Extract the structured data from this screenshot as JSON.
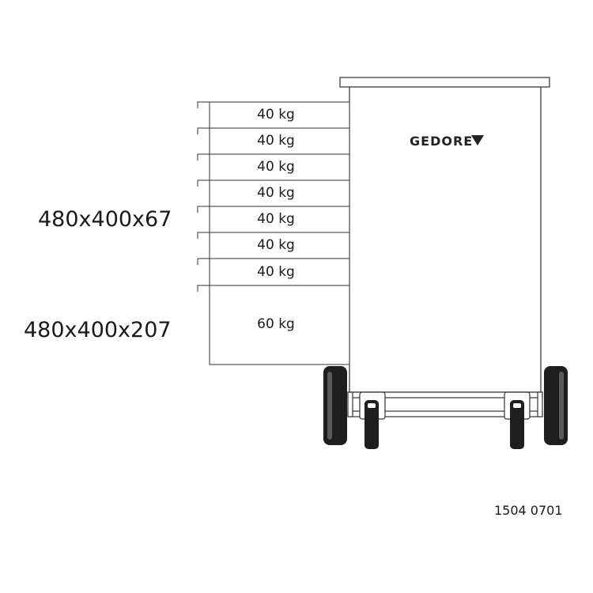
{
  "dimensions": {
    "small_drawer": "480x400x67",
    "large_drawer": "480x400x207"
  },
  "drawers": [
    {
      "load": "40 kg"
    },
    {
      "load": "40 kg"
    },
    {
      "load": "40 kg"
    },
    {
      "load": "40 kg"
    },
    {
      "load": "40 kg"
    },
    {
      "load": "40 kg"
    },
    {
      "load": "40 kg"
    },
    {
      "load": "60 kg"
    }
  ],
  "brand": "GEDORE",
  "article_number": "1504 0701"
}
